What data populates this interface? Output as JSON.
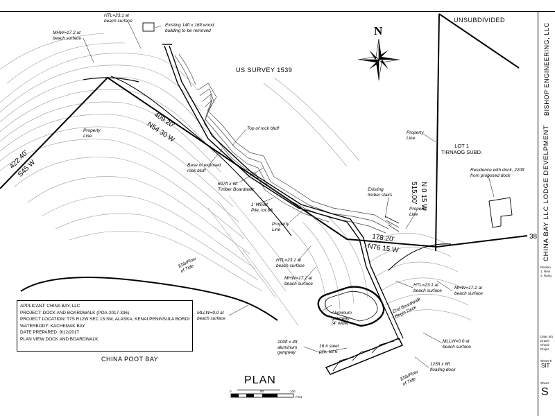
{
  "info_box": {
    "applicant": "APPLICANT: CHINA BAY, LLC",
    "project": "PROJECT: DOCK AND BOARDWALK (POA-2017-336)",
    "location": "PROJECT LOCATION: T7S R12W SEC 15 SM, ALASKA, KENAI PENINSULA BOROUGH",
    "waterbody": "WATERBODY: KACHEMAK BAY",
    "date": "DATE PREPARED: 9/12/2017",
    "view": "PLAN VIEW DOCK AND BOARDWALK"
  },
  "title_block": {
    "firm": "BISHOP ENGINEERING, LLC",
    "project": "CHINA BAY LLC LODGE DEVELPMENT",
    "small_a": "Revisio",
    "small_b": "1. Revi",
    "small_c": "2. Rang",
    "small_d": "Date: 9/1",
    "small_e": "Drawn",
    "small_f": "Check",
    "small_g": "Projec",
    "small_h": "Sheet Ti",
    "small_i": "SIT",
    "small_j": "Sheet:",
    "small_k": "S"
  },
  "plan": {
    "title": "PLAN",
    "north": "N",
    "scale_start": "0",
    "scale_mid": "50",
    "scale_end": "100",
    "scale_unit": "Feet"
  },
  "labels": {
    "htl_top": "HTL=23.1 at\nbeach surface",
    "existing_building": "Existing 14ft x 16ft wood\nbuilding to be removed",
    "mhw_left": "MHW=17.2 at\nbeach surface",
    "unsubdivided": "UNSUBDIVIDED",
    "us_survey": "US SURVEY 1539",
    "property_line_left": "Property\nLine",
    "top_rock_bluff": "Top of rock bluff",
    "base_rock_bluff": "Base of exposed\nrock bluff",
    "boardwalk": "607ft x 6ft\nTimber Boardwalk",
    "wood_piles": "1' Wood\nPile, tot 68",
    "property_line_mid": "Property\nLine",
    "existing_stairs": "Existing\ntimber stairs",
    "property_line_right": "Property\nLine",
    "property_line_far": "Property\nLine",
    "lot": "LOT 1\nTIRNAOG SUBD.",
    "residence": "Residence with dock, 220ft\nfrom proposed dock",
    "htl_mid": "HTL=23.1 at\nbeach surface",
    "mhw_mid": "MHW=17.2 at\nbeach surface",
    "ebb_flow_left": "Ebb/Flow\nof Tide",
    "htl_right": "HTL=23.1 at\nbeach surface",
    "mhw_right": "MHW=17.2 at\nbeach surface",
    "mllw_left": "MLLW=0.0 at\nbeach surface",
    "aluminum_gangway": "Aluminum\ngangway\n(4' wide)",
    "gangway": "100ft x 4ft\naluminum\ngangway",
    "steel_piles": "16 # steel\npile, tot 6",
    "boat_launch": "End Boardwalk\nBegin Deck",
    "mllw_right": "MLLW=0.0 at\nbeach surface",
    "floating_dock": "125ft x 8ft\nfloating dock",
    "ebb_flow_right": "Ebb/Flow\nof Tide",
    "china_poot_bay": "CHINA POOT BAY"
  },
  "bearings": {
    "b1_dist": "409.20'",
    "b1_dir": "N54 30 W",
    "b2_dist": "422.40'",
    "b2_dir": "S45 W",
    "b3_dist": "178.20'",
    "b3_dir": "N76 15 W",
    "b4_dist": "515.00'",
    "b4_dir": "N 0 15 W",
    "b5": "38"
  }
}
